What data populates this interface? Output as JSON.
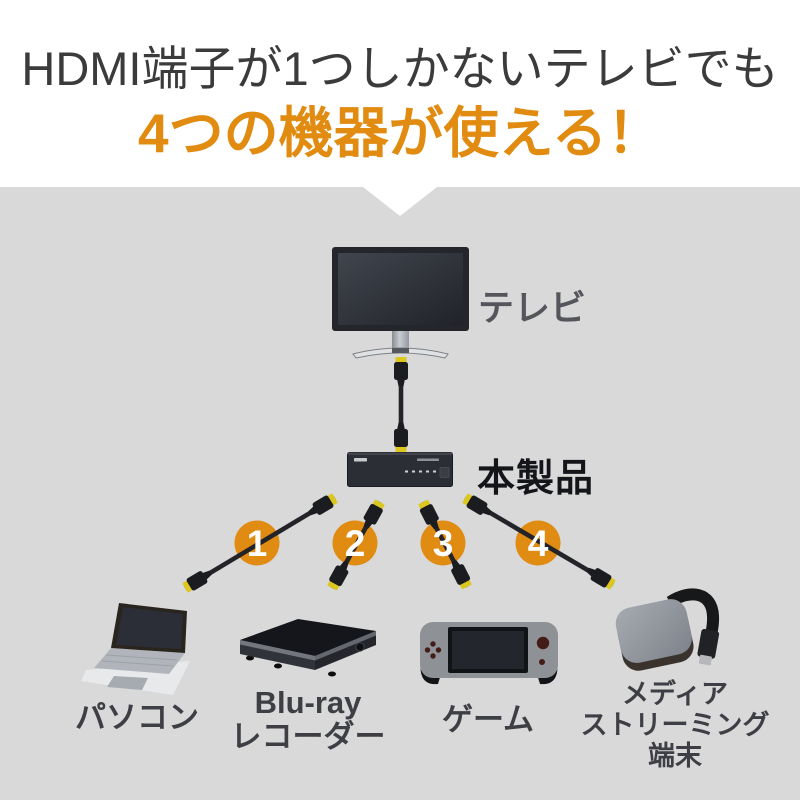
{
  "colors": {
    "background_gray": "#d9d9d9",
    "header_white": "#ffffff",
    "accent_orange": "#e18b10",
    "badge_orange": "#e08b12",
    "headline_dark": "#3b3b3c",
    "cable_black": "#232428",
    "hdmi_tip_yellow": "#dcc71e"
  },
  "header": {
    "line1": "HDMI端子が1つしかないテレビでも",
    "line2": "4つの機器が使える！"
  },
  "diagram": {
    "tv_label": "テレビ",
    "product_label": "本製品",
    "devices": [
      {
        "number": "1",
        "icon": "laptop-icon",
        "label_lines": [
          "パソコン"
        ]
      },
      {
        "number": "2",
        "icon": "bluray-recorder-icon",
        "label_lines": [
          "Blu-ray",
          "レコーダー"
        ]
      },
      {
        "number": "3",
        "icon": "game-console-icon",
        "label_lines": [
          "ゲーム"
        ]
      },
      {
        "number": "4",
        "icon": "media-streaming-icon",
        "label_lines": [
          "メディア",
          "ストリーミング",
          "端末"
        ]
      }
    ]
  }
}
